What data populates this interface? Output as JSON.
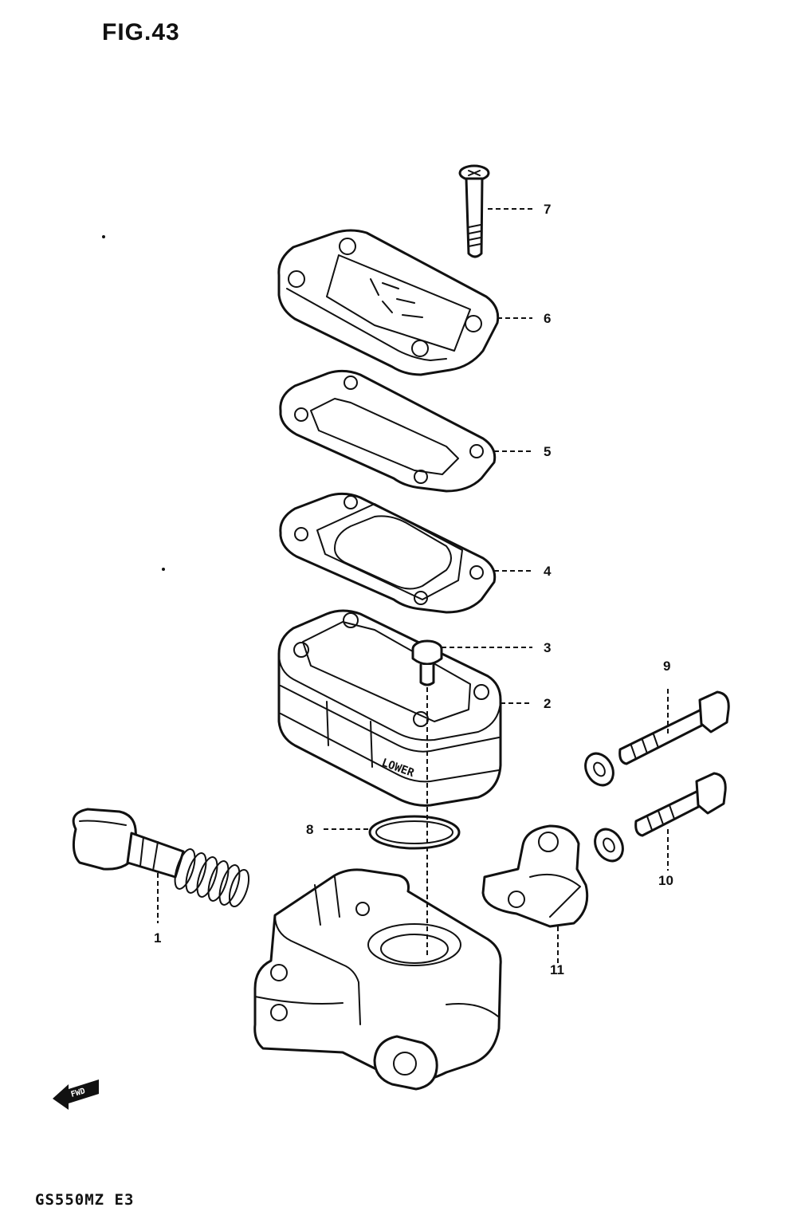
{
  "figure": {
    "title": "FIG.43",
    "model": "GS550MZ E3",
    "reservoir_marking": "LOWER",
    "direction_marker": "FWD"
  },
  "callouts": [
    "1",
    "2",
    "3",
    "4",
    "5",
    "6",
    "7",
    "8",
    "9",
    "10",
    "11"
  ]
}
